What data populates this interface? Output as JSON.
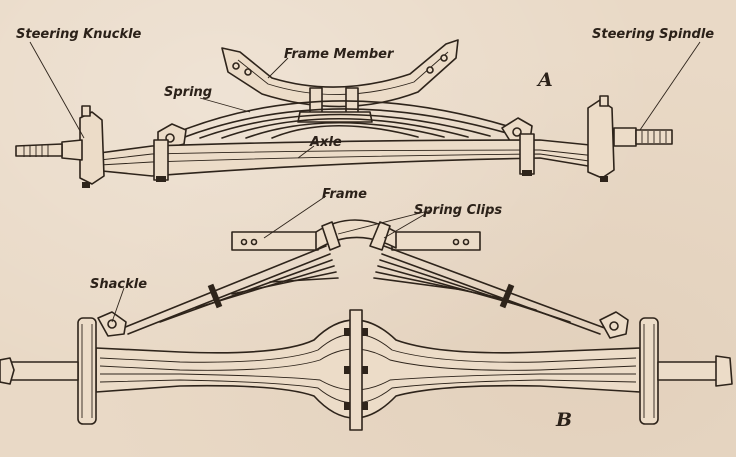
{
  "labels": {
    "steering_knuckle": "Steering Knuckle",
    "frame_member": "Frame Member",
    "steering_spindle": "Steering Spindle",
    "spring": "Spring",
    "axle": "Axle",
    "frame": "Frame",
    "spring_clips": "Spring Clips",
    "shackle": "Shackle"
  },
  "figure_letters": {
    "top": "A",
    "bottom": "B"
  },
  "colors": {
    "paper": "#e9d9c6",
    "ink": "#2e241b"
  }
}
